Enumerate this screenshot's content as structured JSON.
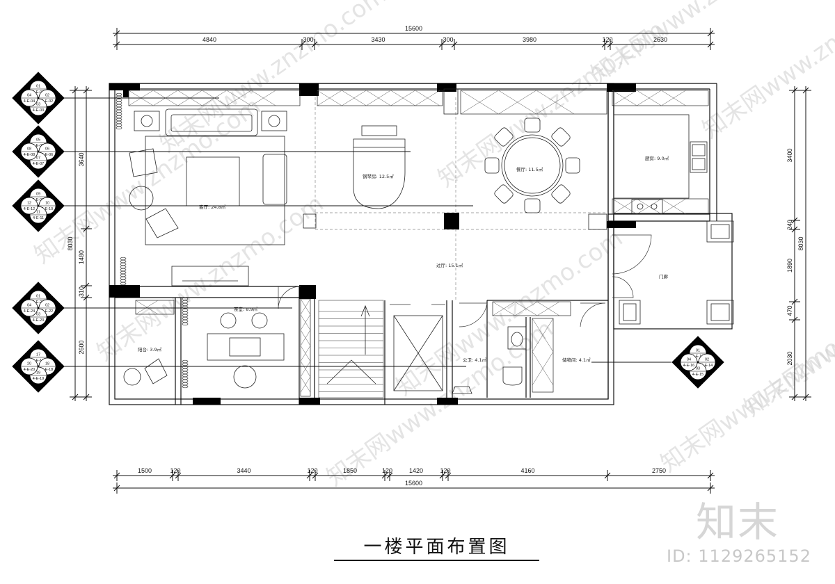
{
  "dims": {
    "top_total": "15600",
    "top_segments": [
      "4840",
      "300",
      "3430",
      "300",
      "3980",
      "120",
      "2630"
    ],
    "bottom_segments": [
      "1500",
      "120",
      "3440",
      "120",
      "1850",
      "120",
      "1420",
      "120",
      "4160",
      "2750"
    ],
    "bottom_total": "15600",
    "left_segments": [
      "3640",
      "1480",
      "310",
      "2600"
    ],
    "left_total": "8030",
    "right_segments": [
      "3400",
      "240",
      "1890",
      "470",
      "2030"
    ],
    "right_total": "8030"
  },
  "rooms": {
    "living": "客厅: 24.8㎡",
    "piano": "钢琴房: 12.5㎡",
    "dining": "餐厅: 11.5㎡",
    "kitchen": "厨房: 9.0㎡",
    "foyer": "门廊",
    "hall": "过厅: 15.1㎡",
    "tea": "茶室: 8.9㎡",
    "balcony": "阳台: 3.9㎡",
    "wc": "公卫: 4.1㎡",
    "storage": "储物间: 4.1㎡"
  },
  "tags": [
    {
      "n": [
        "01",
        "02",
        "03",
        "04"
      ],
      "r": [
        "4-E-01",
        "4-E-02",
        "4-E-03",
        "4-E-04"
      ]
    },
    {
      "n": [
        "05",
        "06",
        "07",
        "08"
      ],
      "r": [
        "4-E-05",
        "4-E-06",
        "4-E-07",
        "4-E-08"
      ]
    },
    {
      "n": [
        "09",
        "10",
        "11",
        "12"
      ],
      "r": [
        "4-E-09",
        "4-E-10",
        "4-E-11",
        "4-E-12"
      ]
    },
    {
      "n": [
        "01",
        "02",
        "03",
        "04"
      ],
      "r": [
        "4-E-21",
        "4-E-22",
        "4-E-23",
        "4-E-24"
      ]
    },
    {
      "n": [
        "17",
        "18",
        "19",
        "20"
      ],
      "r": [
        "4-E-17",
        "4-E-18",
        "4-E-19",
        "4-E-20"
      ]
    },
    {
      "n": [
        "01",
        "02",
        "03",
        "04"
      ],
      "r": [
        "4-E-13",
        "4-E-14",
        "4-E-15",
        "4-E-16"
      ]
    }
  ],
  "title": "一楼平面布置图",
  "watermark": {
    "text": "知末网www.znzmo.com",
    "brand": "知末",
    "image_id": "ID: 1129265152"
  }
}
